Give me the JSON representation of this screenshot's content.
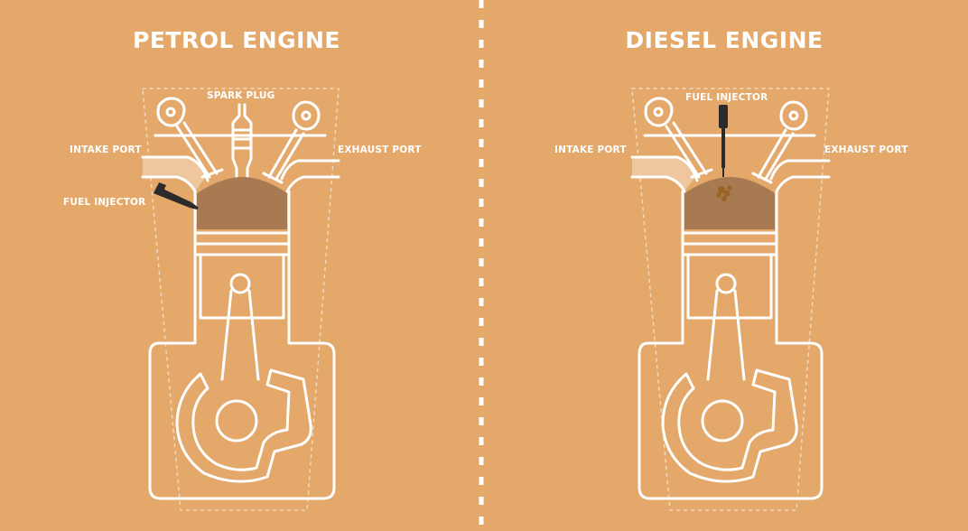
{
  "colors": {
    "background": "#e3a86a",
    "line": "#ffffff",
    "chamber": "#a87a52",
    "injector": "#2b2b2b",
    "flame": "#9a6428"
  },
  "petrol": {
    "title": "PETROL ENGINE",
    "labels": {
      "spark_plug": "SPARK PLUG",
      "intake_port": "INTAKE PORT",
      "exhaust_port": "EXHAUST PORT",
      "fuel_injector": "FUEL INJECTOR"
    }
  },
  "diesel": {
    "title": "DIESEL ENGINE",
    "labels": {
      "fuel_injector": "FUEL INJECTOR",
      "intake_port": "INTAKE PORT",
      "exhaust_port": "EXHAUST PORT"
    }
  },
  "icons": {
    "petrol_injector": "fuel-injector-icon",
    "petrol_spark": "spark-plug-icon",
    "diesel_injector": "fuel-injector-icon",
    "diesel_spray": "fuel-spray-icon"
  }
}
